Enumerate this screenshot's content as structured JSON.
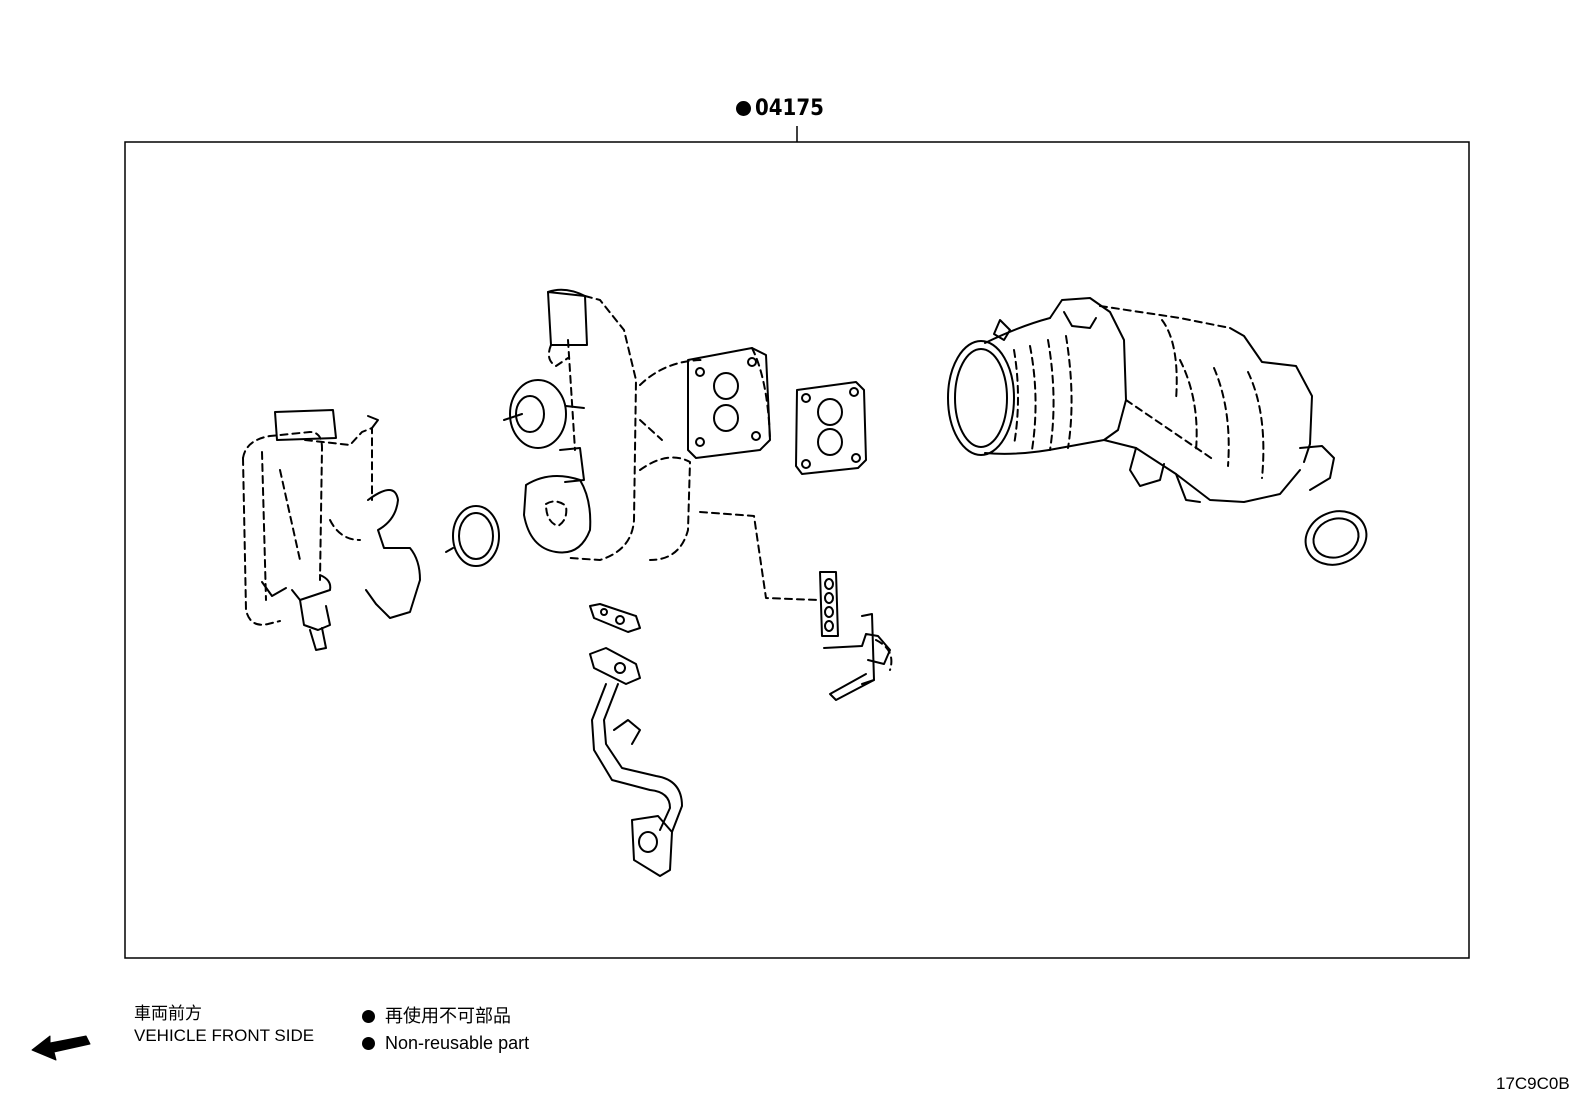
{
  "callout": {
    "part_number": "04175"
  },
  "front_side": {
    "label_jp": "車両前方",
    "label_en": "VEHICLE FRONT SIDE",
    "arrow_icon": "left-arrow-icon"
  },
  "legend": {
    "marker_icon": "filled-circle-icon",
    "label_jp": "再使用不可部品",
    "label_en": "Non-reusable part"
  },
  "illustration_code": "17C9C0B"
}
